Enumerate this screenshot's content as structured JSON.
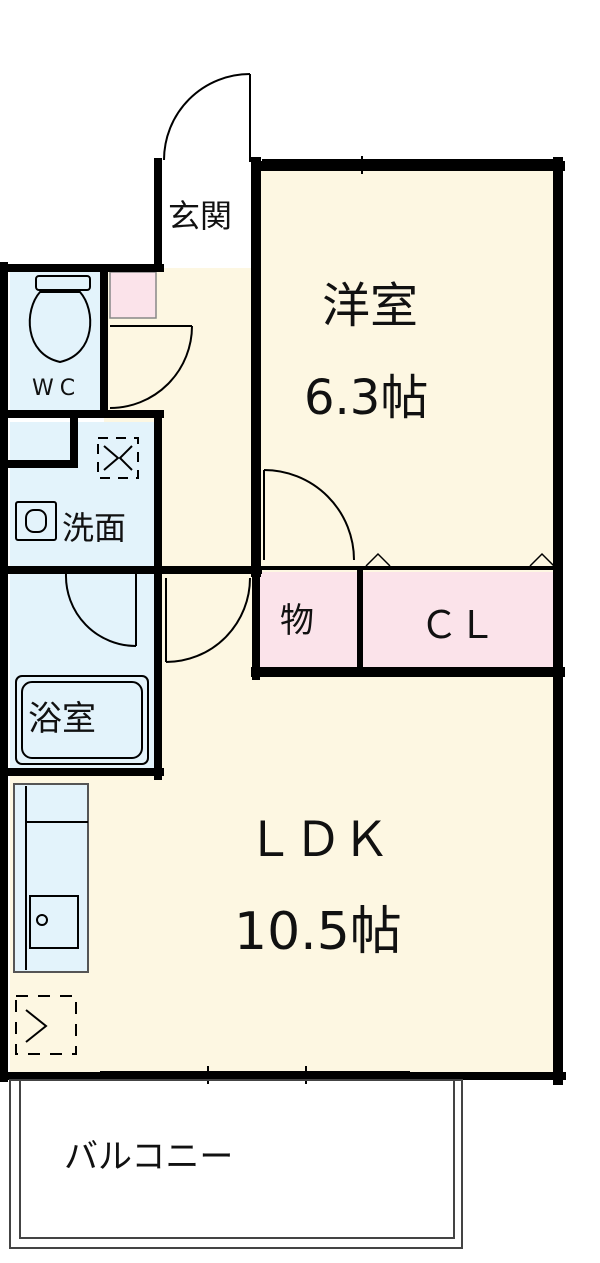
{
  "rooms": {
    "western_room": {
      "name": "洋室",
      "size": "6.3帖"
    },
    "ldk": {
      "name": "ＬＤＫ",
      "size": "10.5帖"
    },
    "entrance": {
      "name": "玄関"
    },
    "wc": {
      "name": "WC"
    },
    "washroom": {
      "name": "洗面"
    },
    "bathroom": {
      "name": "浴室"
    },
    "storage": {
      "name": "物"
    },
    "closet": {
      "name": "ＣＬ"
    },
    "balcony": {
      "name": "バルコニー"
    }
  },
  "colors": {
    "floor": "#fdf7e2",
    "wet_area": "#e3f3fb",
    "storage": "#fbe3ea",
    "wall": "#000000"
  }
}
